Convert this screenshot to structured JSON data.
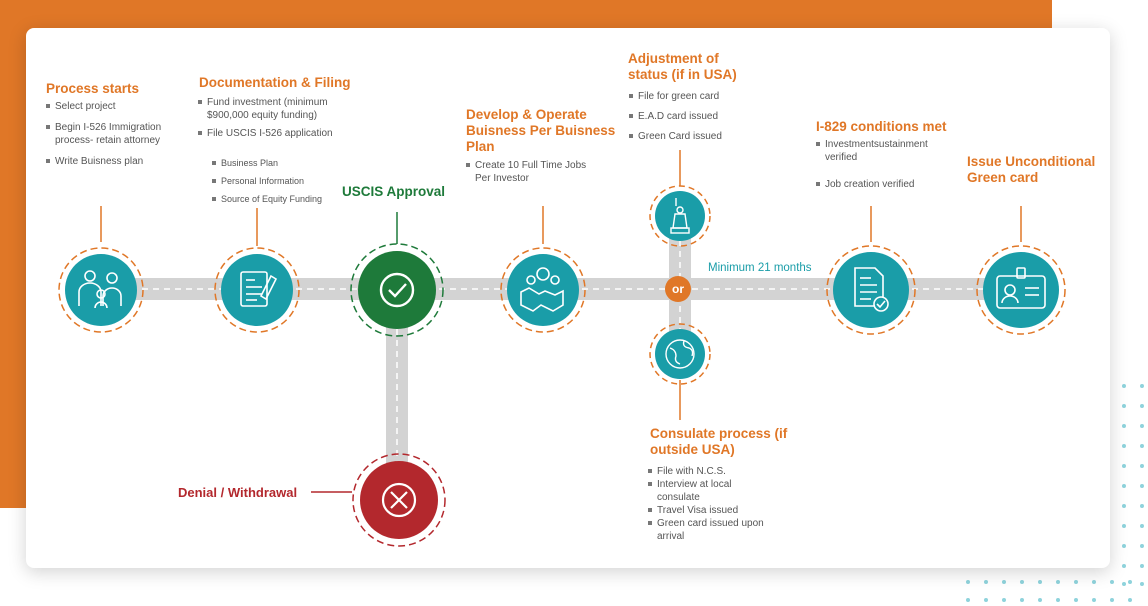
{
  "colors": {
    "orange": "#e07727",
    "teal": "#1a9da8",
    "green": "#1e7a3a",
    "red": "#b3282d",
    "road": "#d3d3d3"
  },
  "steps": {
    "process_starts": {
      "title": "Process starts",
      "items": [
        "Select project",
        "Begin I-526 Immigration process- retain attorney",
        "Write Buisness plan"
      ],
      "icon": "family-icon"
    },
    "documentation": {
      "title": "Documentation & Filing",
      "items": [
        "Fund investment (minimum $900,000 equity funding)",
        "File USCIS I-526 application"
      ],
      "sub_items": [
        "Business Plan",
        "Personal Information",
        "Source of Equity  Funding"
      ],
      "icon": "document-icon"
    },
    "approval": {
      "title": "USCIS Approval",
      "icon": "checkmark-icon"
    },
    "denial": {
      "title": "Denial / Withdrawal",
      "icon": "cross-icon"
    },
    "develop": {
      "title": "Develop & Operate Buisness Per Buisness Plan",
      "items": [
        "Create 10 Full Time Jobs Per Investor"
      ],
      "icon": "handshake-icon"
    },
    "adjustment": {
      "title": "Adjustment of status (if in USA)",
      "items": [
        "File for green card",
        "E.A.D card issued",
        "Green Card issued"
      ],
      "icon": "statue-of-liberty-icon"
    },
    "or_label": "or",
    "consulate": {
      "title": "Consulate process (if outside USA)",
      "items": [
        "File with N.C.S.",
        "Interview at local consulate",
        "Travel Visa issued",
        "Green card issued upon arrival"
      ],
      "icon": "globe-icon"
    },
    "minimum_label": "Minimum 21 months",
    "i829": {
      "title": "I-829 conditions met",
      "items": [
        "Investmentsustainment verified",
        "Job creation verified"
      ],
      "icon": "verified-document-icon"
    },
    "issue": {
      "title": "Issue Unconditional Green card",
      "icon": "id-card-icon"
    }
  }
}
